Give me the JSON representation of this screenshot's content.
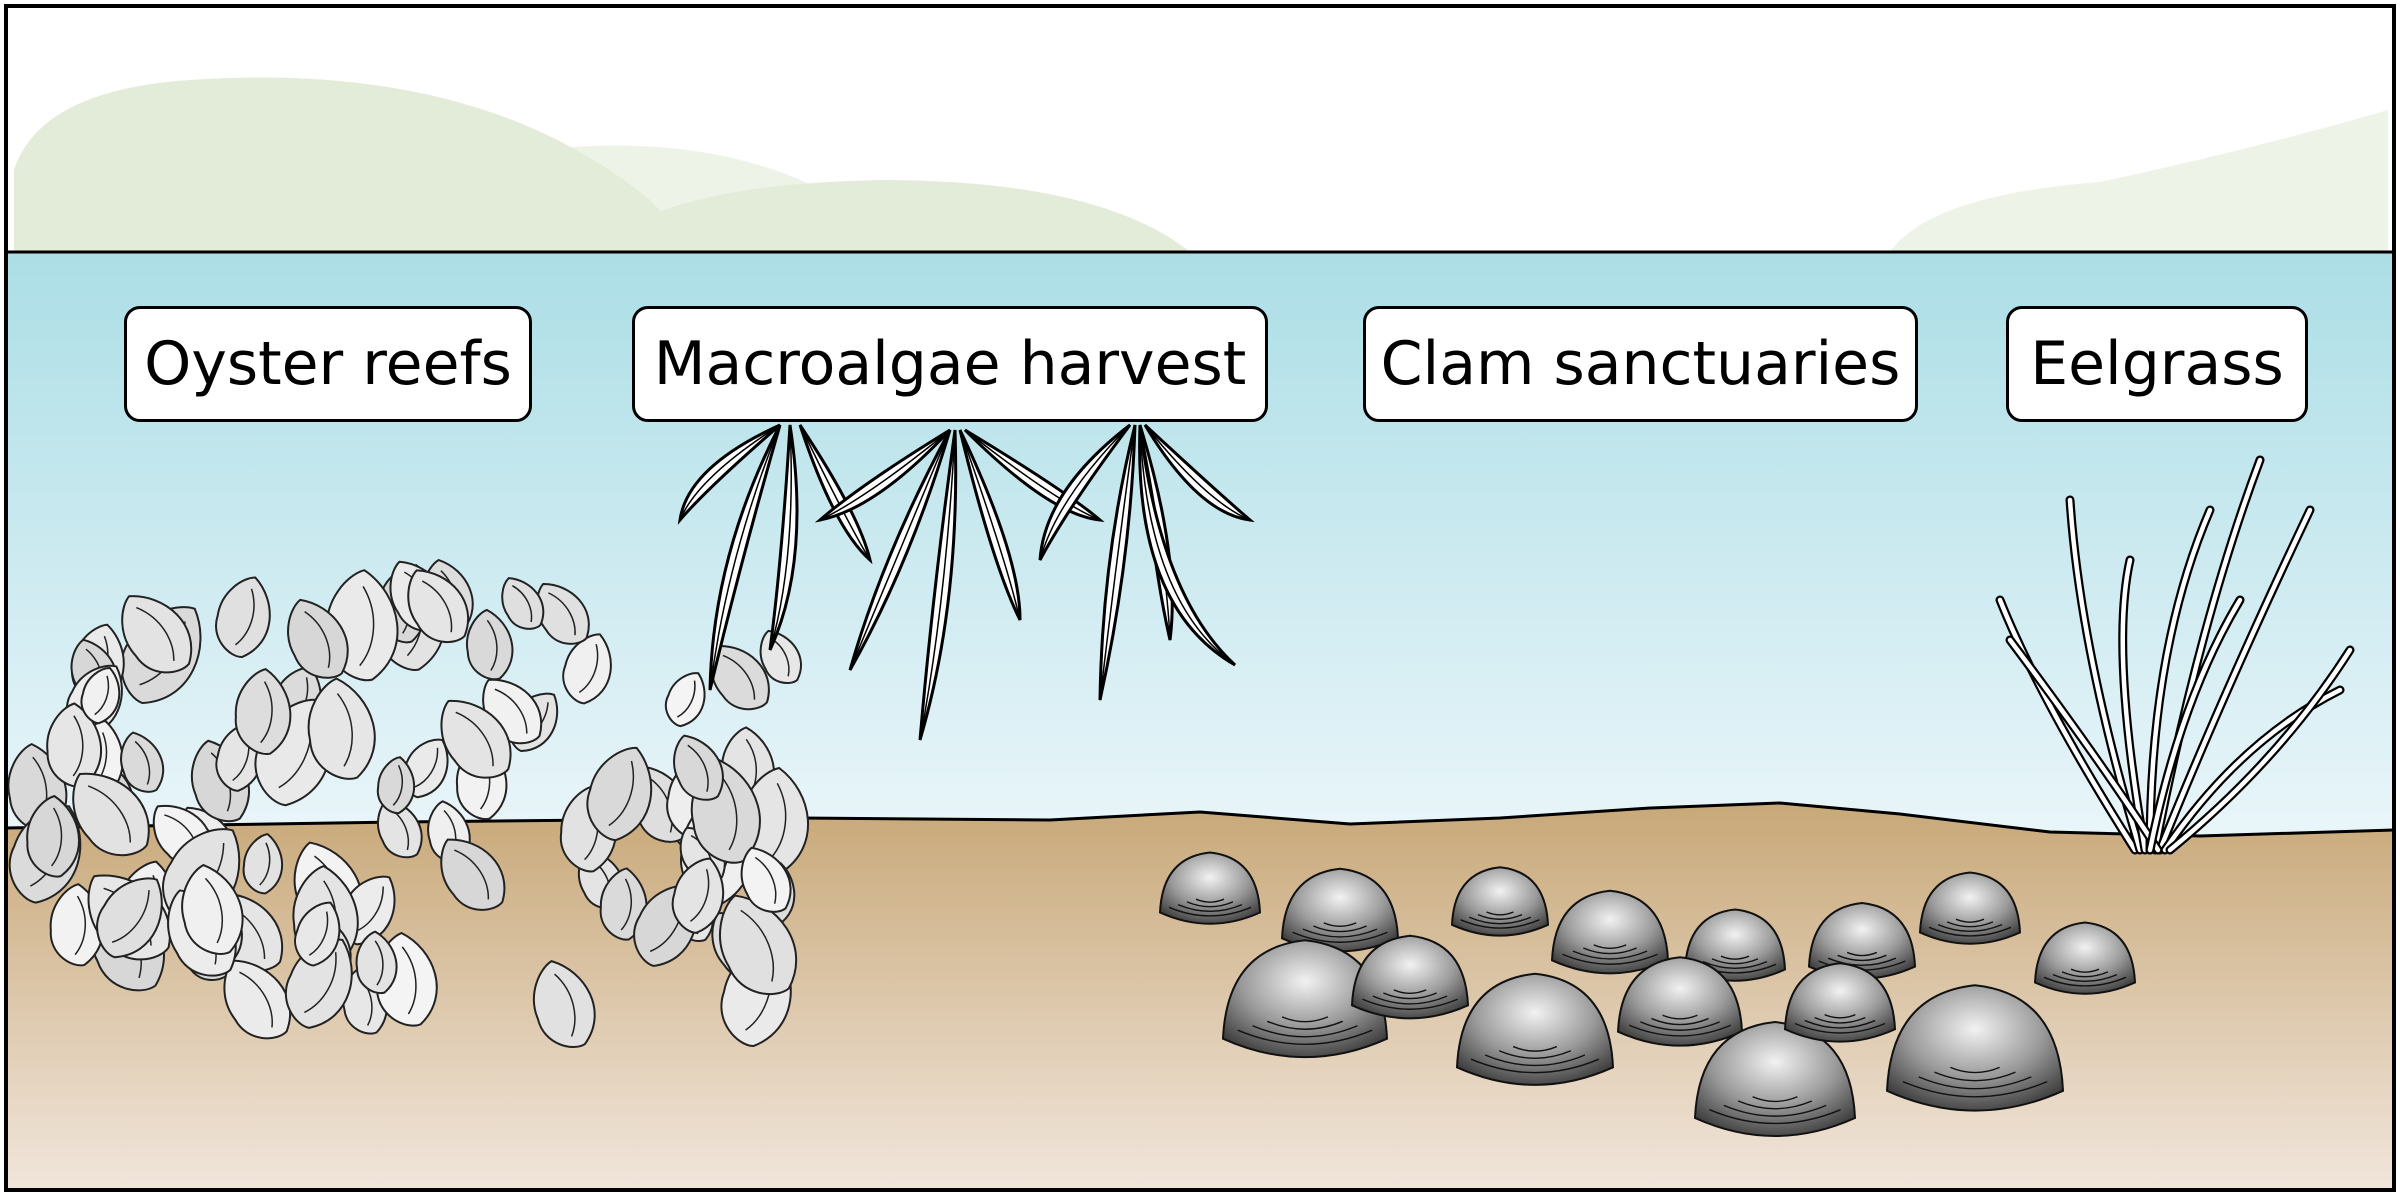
{
  "labels": {
    "oyster": "Oyster reefs",
    "macroalgae": "Macroalgae harvest",
    "clam": "Clam sanctuaries",
    "eelgrass": "Eelgrass"
  },
  "colors": {
    "sky": "#ffffff",
    "hills": "#e2ecd8",
    "water_top": "#acdee6",
    "water_bottom": "#ebf6fa",
    "sediment_top": "#c8a878",
    "sediment_bottom": "#f1e6dc",
    "outline": "#000000"
  }
}
